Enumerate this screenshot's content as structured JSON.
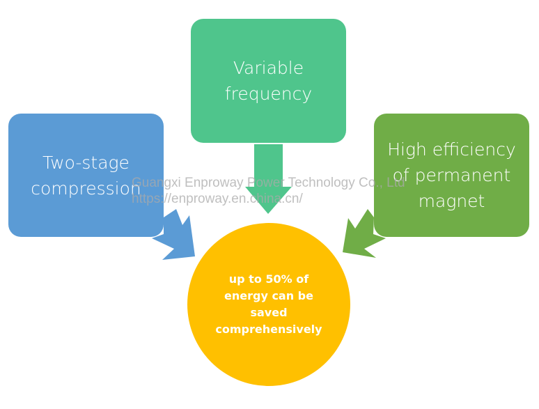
{
  "diagram": {
    "nodes": [
      {
        "id": "top",
        "label_lines": [
          "Variable",
          "frequency"
        ],
        "color": "#4fc58c"
      },
      {
        "id": "left",
        "label_lines": [
          "Two-stage",
          "compression"
        ],
        "color": "#5b9bd5"
      },
      {
        "id": "right",
        "label_lines": [
          "High efficiency",
          "of permanent",
          "magnet"
        ],
        "color": "#70ad47"
      }
    ],
    "center": {
      "label_lines": [
        "up to 50% of",
        "energy can be",
        "saved",
        "comprehensively"
      ],
      "color": "#ffc000"
    },
    "edges": [
      {
        "from": "top",
        "to": "center",
        "color": "#4fc58c"
      },
      {
        "from": "left",
        "to": "center",
        "color": "#5b9bd5"
      },
      {
        "from": "right",
        "to": "center",
        "color": "#70ad47"
      }
    ]
  },
  "watermark": {
    "line1": "Guangxi Enproway Power Technology Co., Ltd",
    "line2": "https://enproway.en.china.cn/"
  }
}
